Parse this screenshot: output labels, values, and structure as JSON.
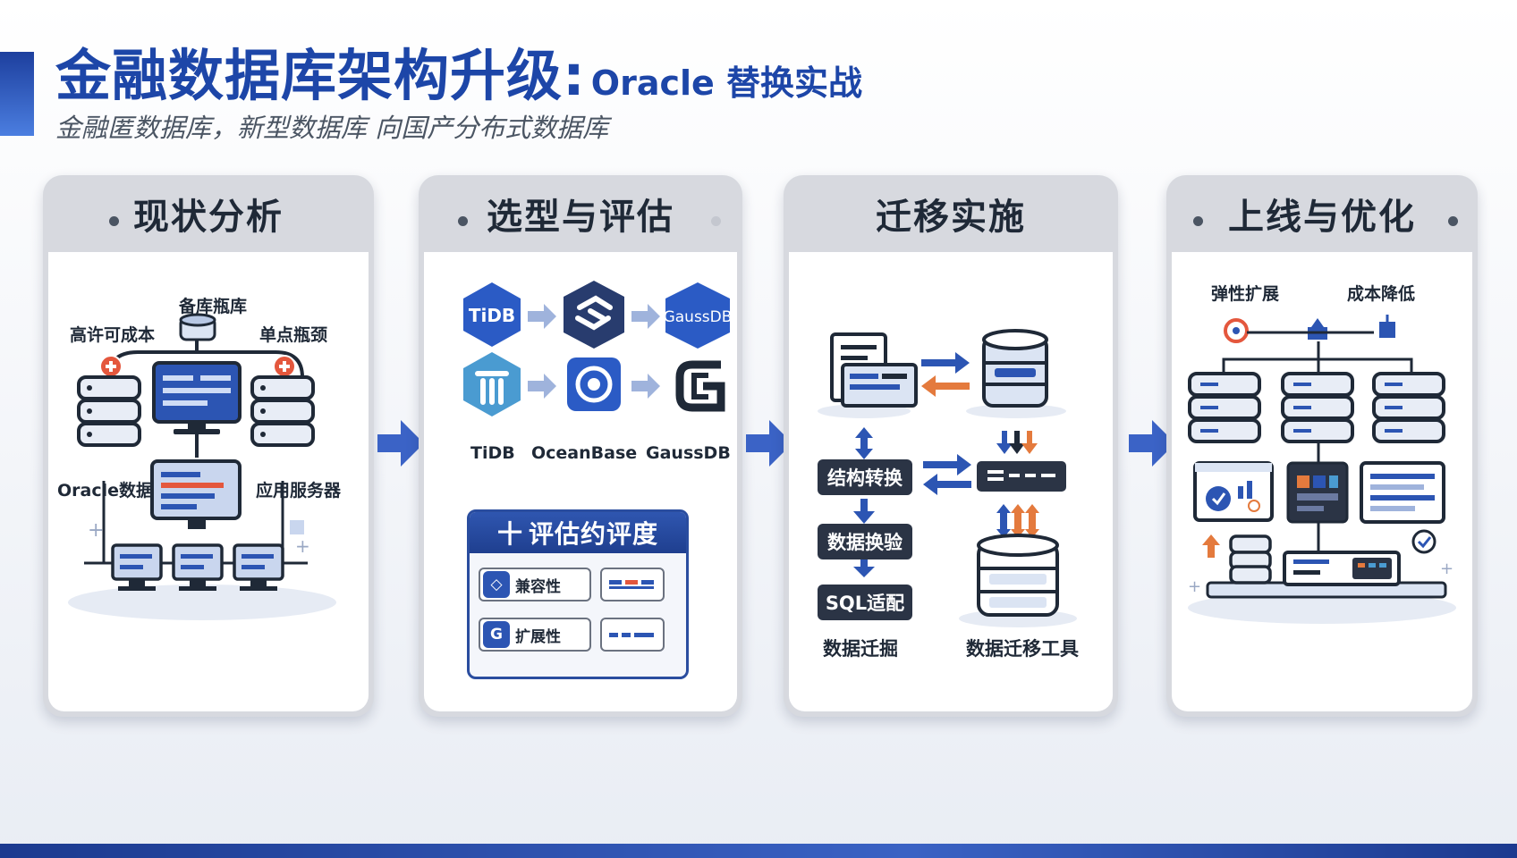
{
  "header": {
    "title_main": "金融数据库架构升级:",
    "title_sub": "Oracle 替换实战",
    "subtitle": "金融匿数据库，新型数据库 向国产分布式数据库"
  },
  "colors": {
    "brand_blue": "#1d46a8",
    "panel_header_gray": "#d7d9df",
    "dark_box": "#2b3445",
    "warn_red": "#e4573d",
    "arrow_blue": "#3b63c6"
  },
  "panels": [
    {
      "title": "现状分析",
      "labels": {
        "standby_db": "备库瓶库",
        "high_license_cost": "高许可成本",
        "single_point_bottleneck": "单点瓶颈",
        "oracle_db": "Oracle数据库",
        "app_server": "应用服务器"
      },
      "icons": [
        "database-icon",
        "monitor-icon",
        "warning-plus-icon"
      ]
    },
    {
      "title": "选型与评估",
      "logos": {
        "tidb_badge": "TiDB",
        "gaussdb_badge": "GaussDB",
        "tidb": "TiDB",
        "oceanbase": "OceanBase",
        "gaussdb": "GaussDB"
      },
      "eval_title": "评估约评度",
      "eval_title_icon": "十",
      "eval_items": [
        "兼容性",
        "扩展性"
      ]
    },
    {
      "title": "迁移实施",
      "steps": [
        "结构转换",
        "数据换验",
        "SQL适配"
      ],
      "label_migration": "数据迁掘",
      "label_tool": "数据迁移工具"
    },
    {
      "title": "上线与优化",
      "labels": {
        "elastic_scaling": "弹性扩展",
        "cost_reduction": "成本降低"
      }
    }
  ]
}
